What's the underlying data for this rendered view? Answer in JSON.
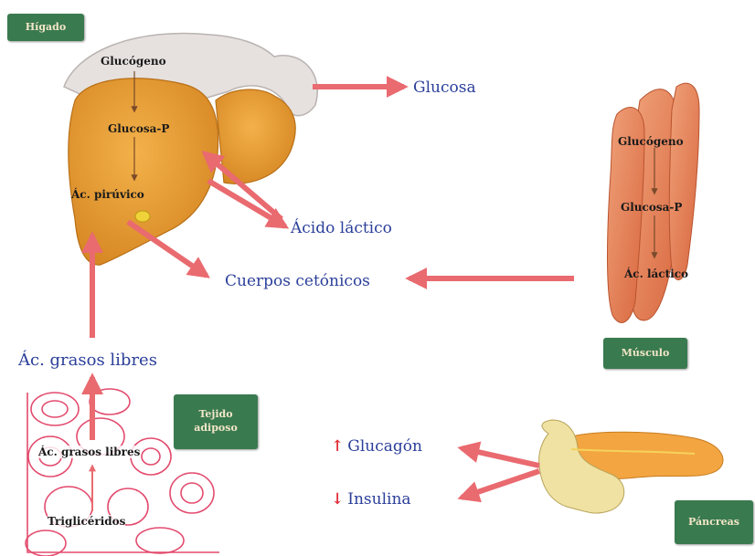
{
  "badges": {
    "liver": "Hígado",
    "muscle": "Músculo",
    "adipose": "Tejido adiposo",
    "pancreas": "Páncreas"
  },
  "liver": {
    "glycogen": "Glucógeno",
    "glucose_p": "Glucosa-P",
    "pyruvic": "Ác. pirúvico"
  },
  "muscle": {
    "glycogen": "Glucógeno",
    "glucose_p": "Glucosa-P",
    "lactic": "Ác. láctico"
  },
  "adipose": {
    "free_fatty": "Ác. grasos libres",
    "triglycerides": "Triglicéridos"
  },
  "outputs": {
    "glucose": "Glucosa",
    "lactic_acid": "Ácido láctico",
    "ketone_bodies": "Cuerpos cetónicos",
    "free_fatty_acids": "Ác. grasos libres"
  },
  "hormones": {
    "glucagon": "Glucagón",
    "glucagon_arrow": "↑",
    "insulin": "Insulina",
    "insulin_arrow": "↓"
  },
  "colors": {
    "arrow": "#e96a6f",
    "badge": "#3a7a4f",
    "blue_text": "#2b3f9a",
    "liver": "#e9a23a",
    "muscle": "#e0825f"
  }
}
